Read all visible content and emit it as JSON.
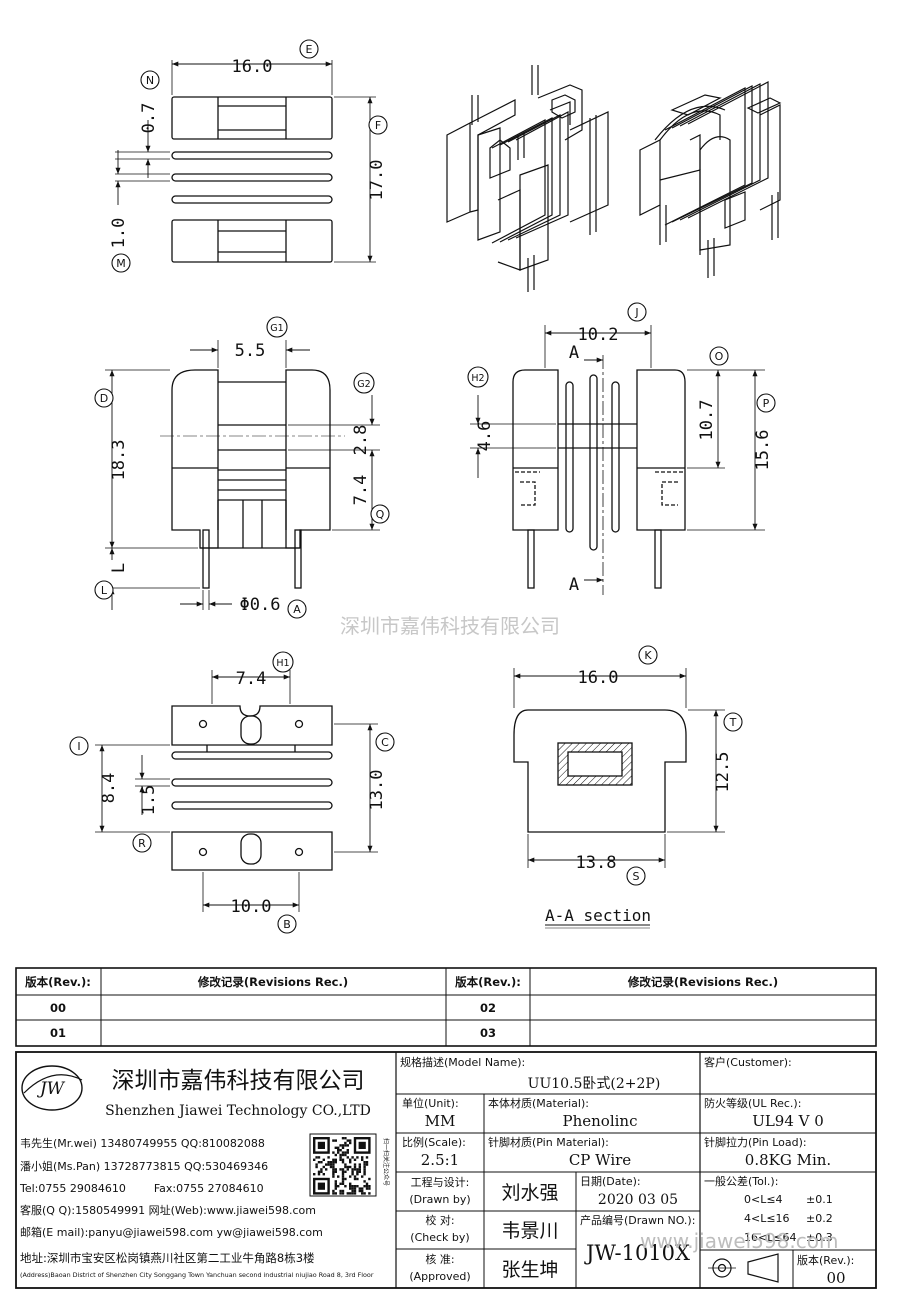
{
  "dims": {
    "top_width": "16.0",
    "gap_07": "0.7",
    "top_height": "17.0",
    "gap_10": "1.0",
    "g1": "5.5",
    "d_height": "18.3",
    "g2": "2.8",
    "q": "7.4",
    "pin_l": "L",
    "pin_dia": "Φ0.6",
    "j_width": "10.2",
    "h2": "4.6",
    "o": "10.7",
    "p": "15.6",
    "section_mark": "A",
    "h1": "7.4",
    "i": "8.4",
    "r": "1.5",
    "c": "13.0",
    "b": "10.0",
    "k": "16.0",
    "t": "12.5",
    "s": "13.8",
    "section_title": "A-A section"
  },
  "callouts": [
    "N",
    "E",
    "F",
    "M",
    "G1",
    "D",
    "G2",
    "Q",
    "L",
    "A",
    "J",
    "H2",
    "O",
    "P",
    "H1",
    "I",
    "C",
    "R",
    "B",
    "K",
    "T",
    "S"
  ],
  "watermark": "深圳市嘉伟科技有限公司",
  "revisions": {
    "header_rev": "版本(Rev.):",
    "header_rec": "修改记录(Revisions Rec.)",
    "rows": [
      {
        "rev_left": "00",
        "rev_right": "02"
      },
      {
        "rev_left": "01",
        "rev_right": "03"
      }
    ]
  },
  "company": {
    "logo_text": "JW",
    "name_cn": "深圳市嘉伟科技有限公司",
    "name_en": "Shenzhen Jiawei Technology CO.,LTD",
    "contacts": [
      "韦先生(Mr.wei) 13480749955 QQ:810082088",
      "潘小姐(Ms.Pan) 13728773815 QQ:530469346",
      "Tel:0755 29084610        Fax:0755 27084610",
      "客服(Q Q):1580549991   网址(Web):www.jiawei598.com",
      "邮箱(E mail):panyu@jiawei598.com   yw@jiawei598.com"
    ],
    "address_cn": "地址:深圳市宝安区松岗镇燕川社区第二工业牛角路8栋3楼",
    "address_en": "(Address)Baoan District of Shenzhen City Songgang Town Yanchuan  second industrial niujiao Road 8, 3rd Floor",
    "qr_side_text": "扫一扫关注公众号"
  },
  "title_block": {
    "model_label": "规格描述(Model Name):",
    "model_value": "UU10.5卧式(2+2P)",
    "customer_label": "客户(Customer):",
    "customer_value": "",
    "unit_label": "单位(Unit):",
    "unit_value": "MM",
    "material_label": "本体材质(Material):",
    "material_value": "Phenolinc",
    "ul_label": "防火等级(UL Rec.):",
    "ul_value": "UL94 V 0",
    "scale_label": "比例(Scale):",
    "scale_value": "2.5:1",
    "pin_material_label": "针脚材质(Pin Material):",
    "pin_material_value": "CP Wire",
    "pin_load_label": "针脚拉力(Pin Load):",
    "pin_load_value": "0.8KG Min.",
    "drawn_label_cn": "工程与设计:",
    "drawn_label_en": "(Drawn by)",
    "drawn_value": "刘水强",
    "date_label": "日期(Date):",
    "date_value": "2020 03 05",
    "check_label_cn": "校 对:",
    "check_label_en": "(Check by)",
    "check_value": "韦景川",
    "drawn_no_label": "产品编号(Drawn NO.):",
    "drawn_no_value": "JW-1010X",
    "approved_label_cn": "核 准:",
    "approved_label_en": "(Approved)",
    "approved_value": "张生坤",
    "tolerance_label": "一般公差(Tol.):",
    "tolerance_rows": [
      {
        "range": "0<L≤4",
        "tol": "±0.1"
      },
      {
        "range": "4<L≤16",
        "tol": "±0.2"
      },
      {
        "range": "16<L≤64",
        "tol": "±0.3"
      }
    ],
    "rev_label": "版本(Rev.):",
    "rev_value": "00",
    "footer_watermark": "www.jiawei598.com"
  }
}
